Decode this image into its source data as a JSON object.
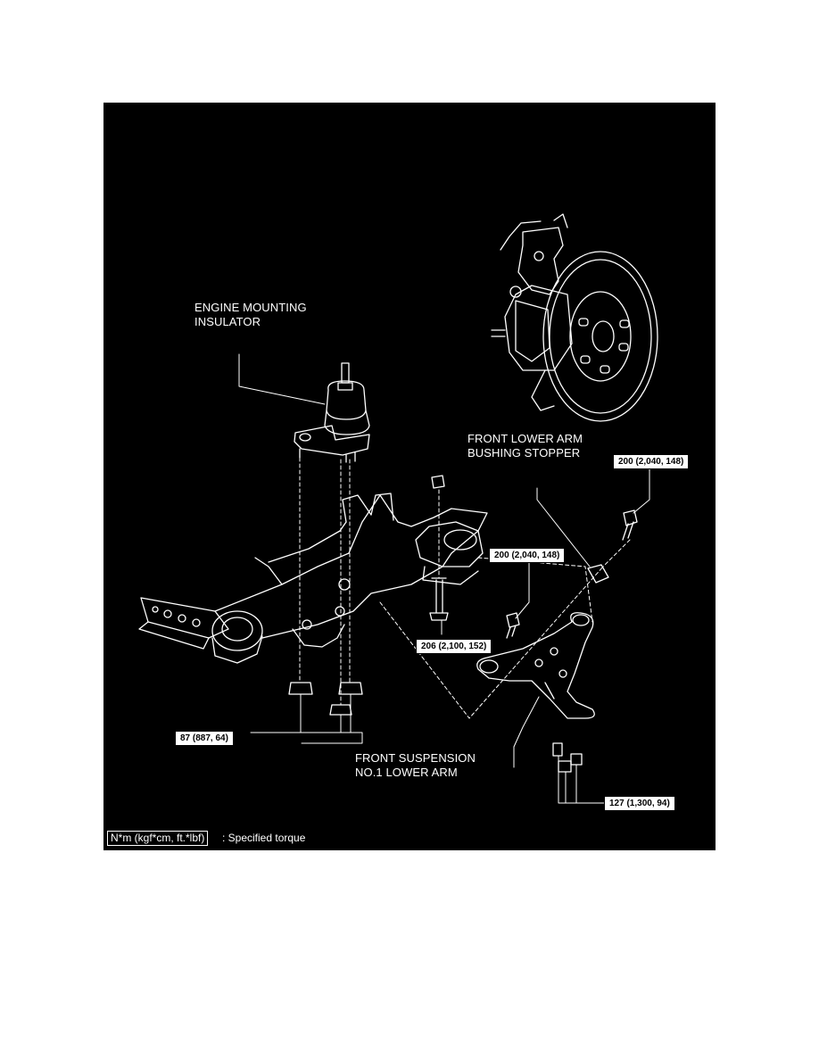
{
  "labels": {
    "engine_mount": [
      "ENGINE MOUNTING",
      "INSULATOR"
    ],
    "bushing_stopper": [
      "FRONT LOWER ARM",
      "BUSHING STOPPER"
    ],
    "lower_arm": [
      "FRONT SUSPENSION",
      "NO.1 LOWER ARM"
    ]
  },
  "torques": {
    "stopper_bolt": "200 (2,040, 148)",
    "arm_front_bolt": "200 (2,040, 148)",
    "mount_bolt": "206 (2,100, 152)",
    "mount_nuts": "87 (887, 64)",
    "arm_rear_bolts": "127 (1,300, 94)"
  },
  "legend": {
    "unit_box": "N*m (kgf*cm, ft.*lbf)",
    "description": ": Specified torque"
  },
  "colors": {
    "background": "#000000",
    "line": "#ffffff"
  }
}
